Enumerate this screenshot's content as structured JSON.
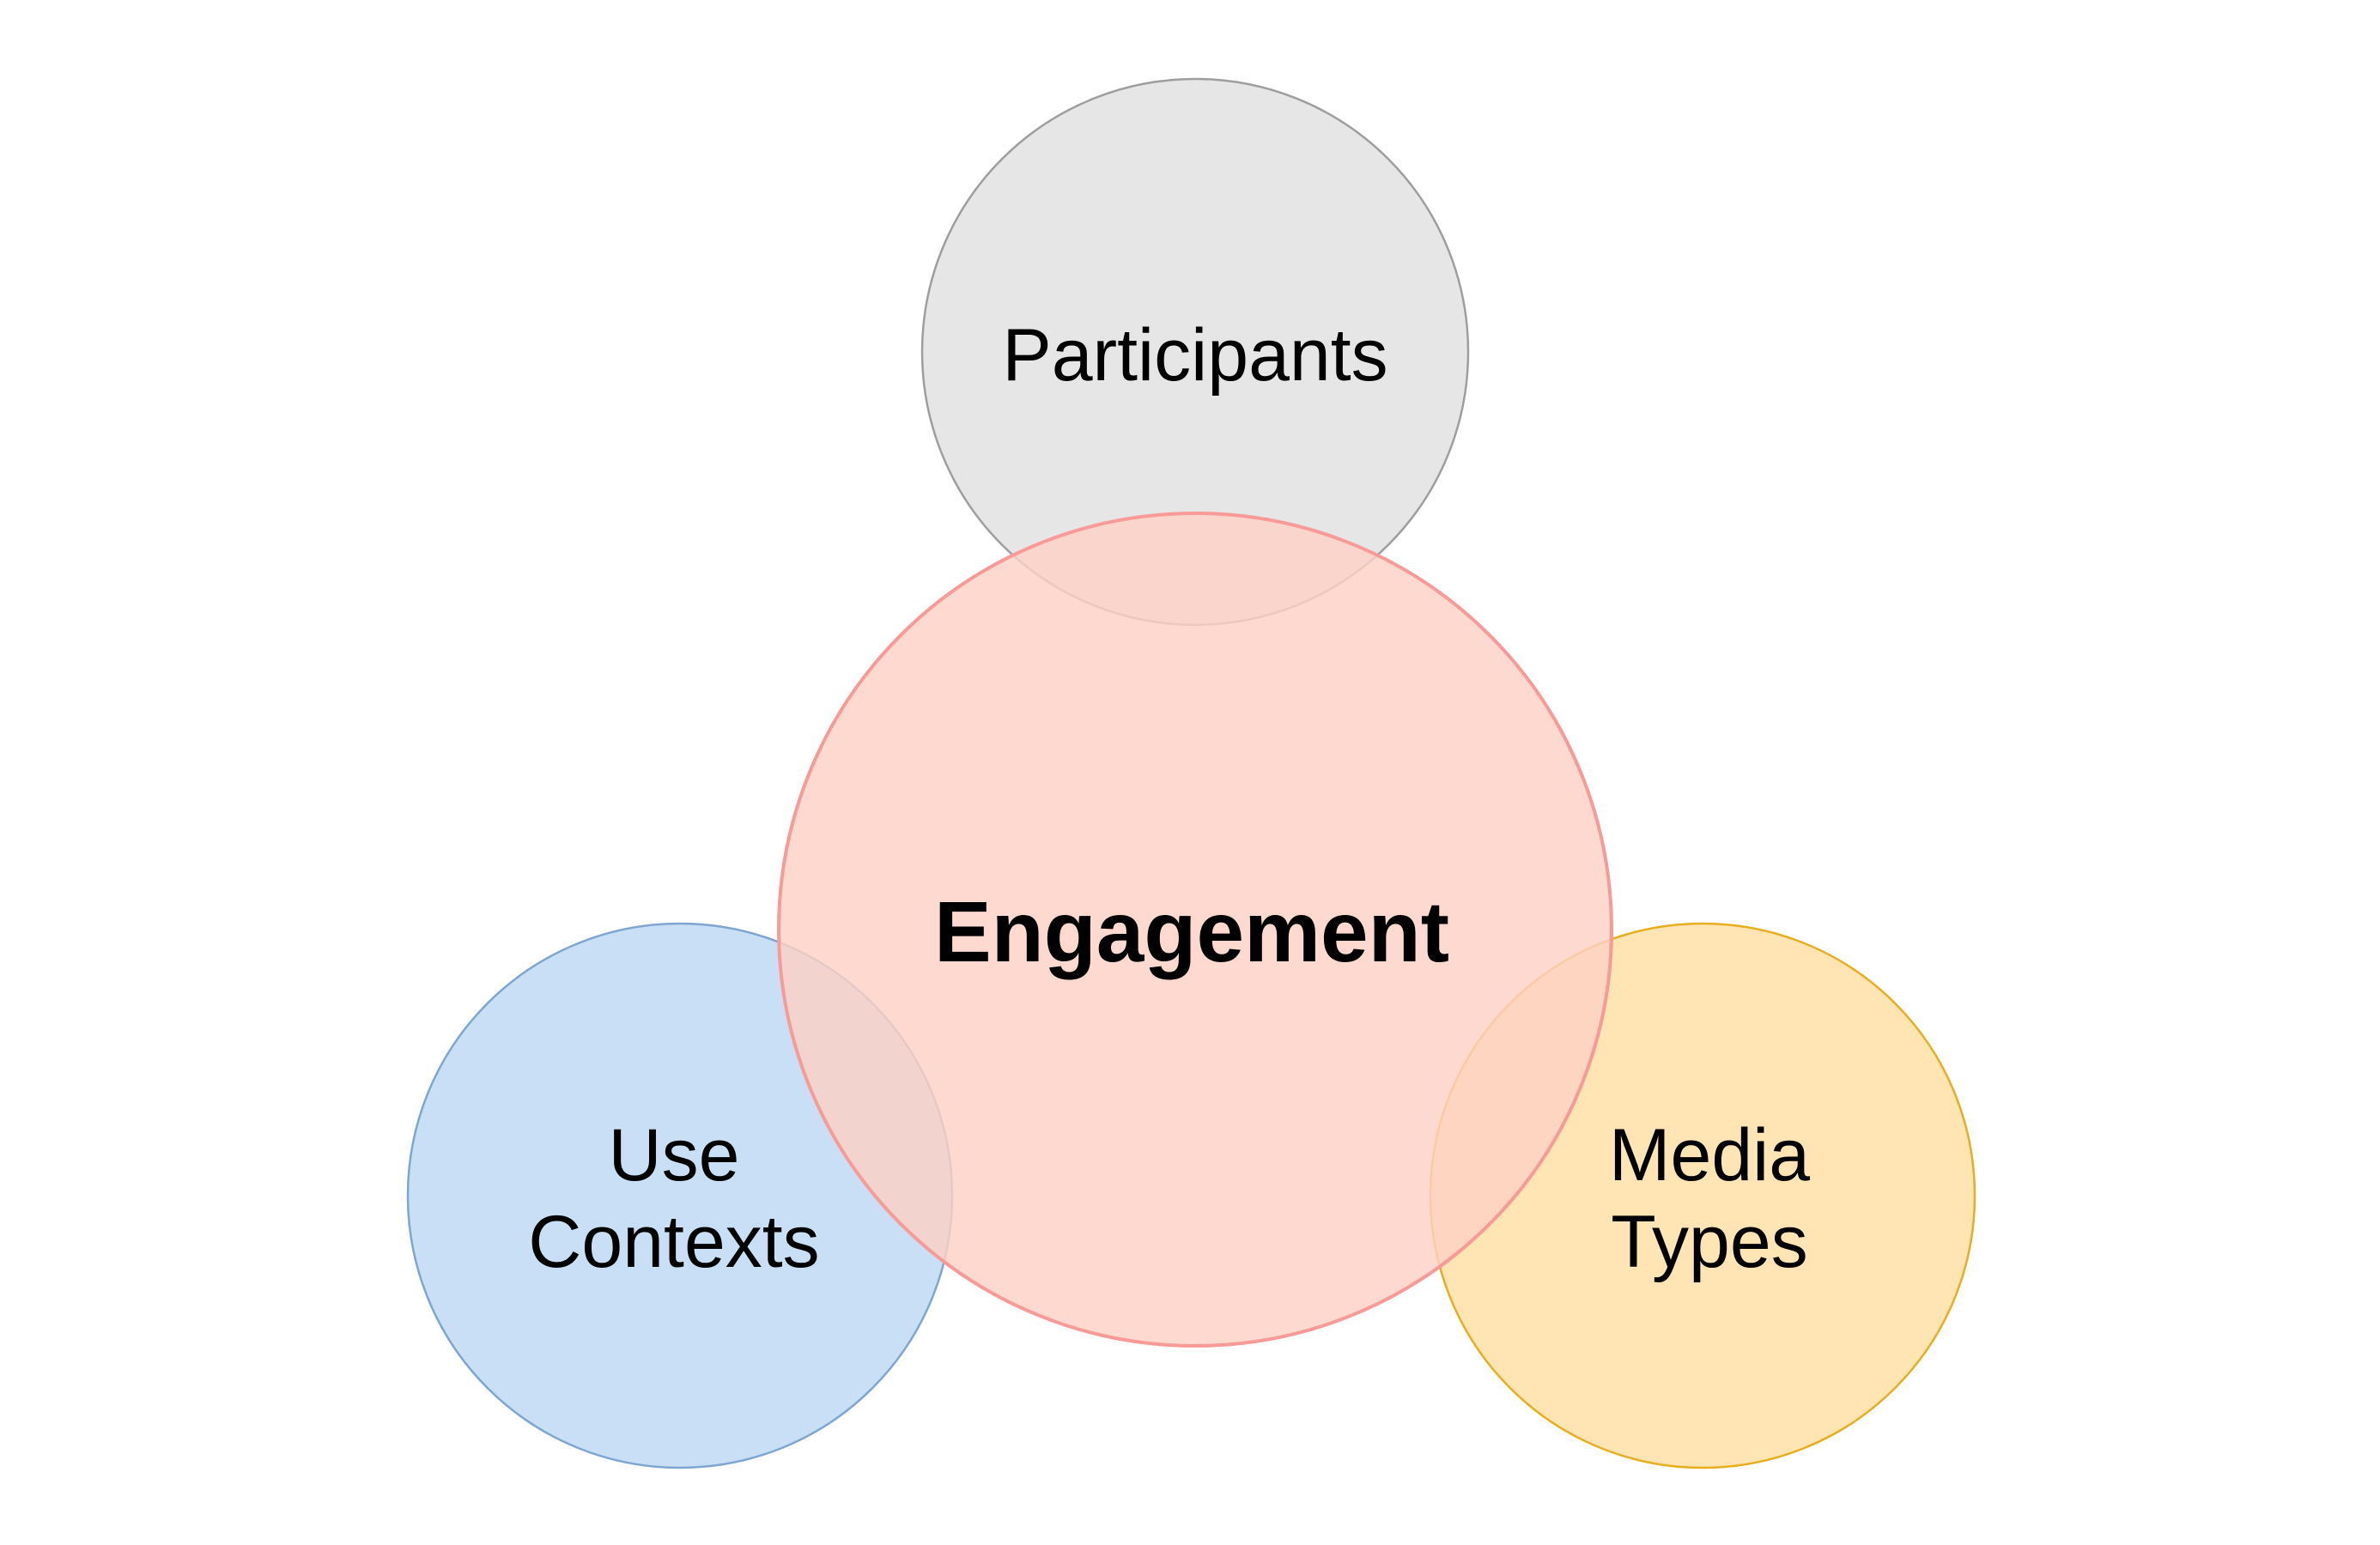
{
  "diagram": {
    "type": "venn",
    "center": {
      "label": "Engagement",
      "fill": "#FCD1C4",
      "stroke": "#F89A98"
    },
    "satellites": [
      {
        "id": "participants",
        "lines": [
          "Participants"
        ],
        "fill": "#E6E6E6",
        "stroke": "#9E9E9E",
        "position": "top"
      },
      {
        "id": "use-contexts",
        "lines": [
          "Use",
          "Contexts"
        ],
        "fill": "#C9DFF5",
        "stroke": "#7FA6D2",
        "position": "bottom-left"
      },
      {
        "id": "media-types",
        "lines": [
          "Media",
          "Types"
        ],
        "fill": "#FFE5B3",
        "stroke": "#E8AE1E",
        "position": "bottom-right"
      }
    ]
  }
}
